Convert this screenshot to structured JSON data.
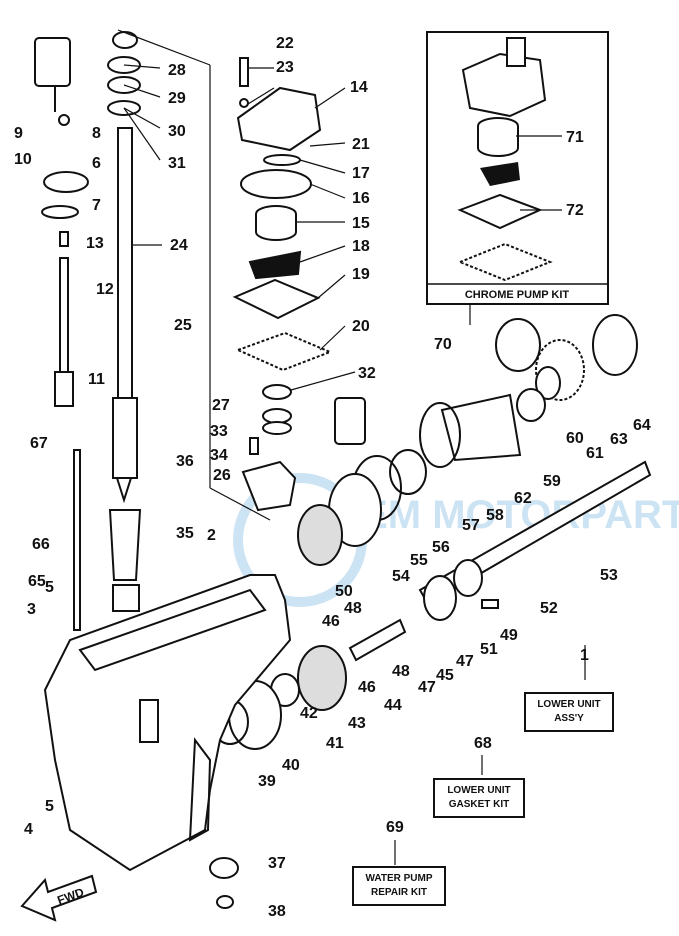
{
  "figure": {
    "callouts": [
      "1",
      "2",
      "3",
      "4",
      "5",
      "5",
      "6",
      "7",
      "8",
      "9",
      "10",
      "11",
      "12",
      "13",
      "14",
      "15",
      "16",
      "17",
      "18",
      "19",
      "20",
      "21",
      "22",
      "23",
      "24",
      "25",
      "26",
      "27",
      "28",
      "29",
      "30",
      "31",
      "32",
      "33",
      "34",
      "35",
      "36",
      "37",
      "38",
      "39",
      "40",
      "41",
      "42",
      "43",
      "44",
      "45",
      "46",
      "46",
      "47",
      "47",
      "48",
      "48",
      "49",
      "50",
      "51",
      "52",
      "53",
      "54",
      "55",
      "56",
      "57",
      "58",
      "59",
      "60",
      "61",
      "62",
      "63",
      "64",
      "65",
      "66",
      "67",
      "68",
      "69",
      "70",
      "71",
      "72"
    ],
    "chrome_pump_kit": "CHROME PUMP KIT",
    "fwd_label": "FWD",
    "watermark": "OEM MOTORPARTS",
    "kits": {
      "lower_unit": [
        "LOWER UNIT",
        "ASS'Y"
      ],
      "gasket_kit": [
        "LOWER UNIT",
        "GASKET KIT"
      ],
      "water_pump": [
        "WATER PUMP",
        "REPAIR KIT"
      ]
    }
  },
  "colors": {
    "ink": "#111111",
    "paper": "#ffffff",
    "watermark": "#8fc3e6"
  }
}
